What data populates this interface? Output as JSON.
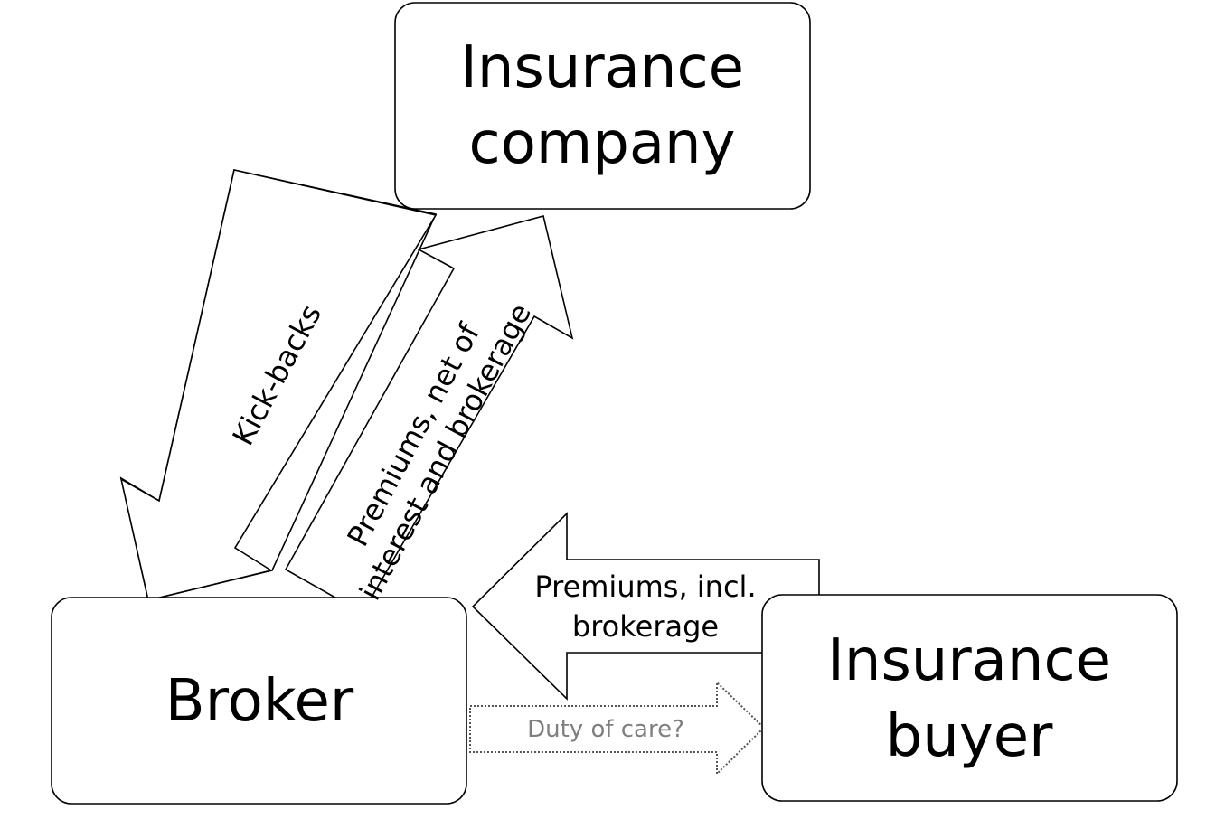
{
  "nodes": {
    "insurance_company": {
      "line1": "Insurance",
      "line2": "company"
    },
    "broker": {
      "label": "Broker"
    },
    "insurance_buyer": {
      "line1": "Insurance",
      "line2": "buyer"
    }
  },
  "arrows": {
    "kickbacks": {
      "label": "Kick-backs"
    },
    "premiums_net": {
      "line1": "Premiums, net of",
      "line2": "interest and brokerage"
    },
    "premiums_incl": {
      "line1": "Premiums, incl.",
      "line2": "brokerage"
    },
    "duty_of_care": {
      "label": "Duty of care?"
    }
  }
}
